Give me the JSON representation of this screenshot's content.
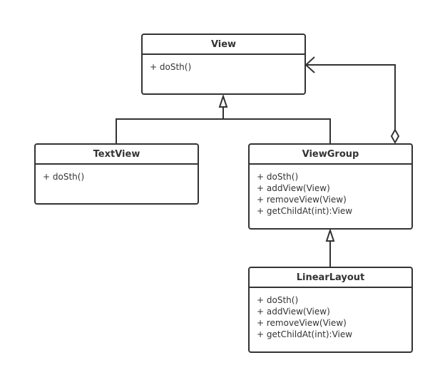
{
  "diagram": {
    "classes": {
      "view": {
        "name": "View",
        "methods": [
          "+ doSth()"
        ]
      },
      "textview": {
        "name": "TextView",
        "methods": [
          "+ doSth()"
        ]
      },
      "viewgroup": {
        "name": "ViewGroup",
        "methods": [
          "+ doSth()",
          "+ addView(View)",
          "+ removeView(View)",
          "+ getChildAt(int):View"
        ]
      },
      "linearlayout": {
        "name": "LinearLayout",
        "methods": [
          "+ doSth()",
          "+ addView(View)",
          "+ removeView(View)",
          "+ getChildAt(int):View"
        ]
      }
    },
    "relations": [
      {
        "type": "inheritance",
        "from": "TextView",
        "to": "View"
      },
      {
        "type": "inheritance",
        "from": "ViewGroup",
        "to": "View"
      },
      {
        "type": "inheritance",
        "from": "LinearLayout",
        "to": "ViewGroup"
      },
      {
        "type": "aggregation",
        "from": "ViewGroup",
        "to": "View"
      }
    ],
    "colors": {
      "line": "#333333",
      "background": "#ffffff"
    }
  }
}
